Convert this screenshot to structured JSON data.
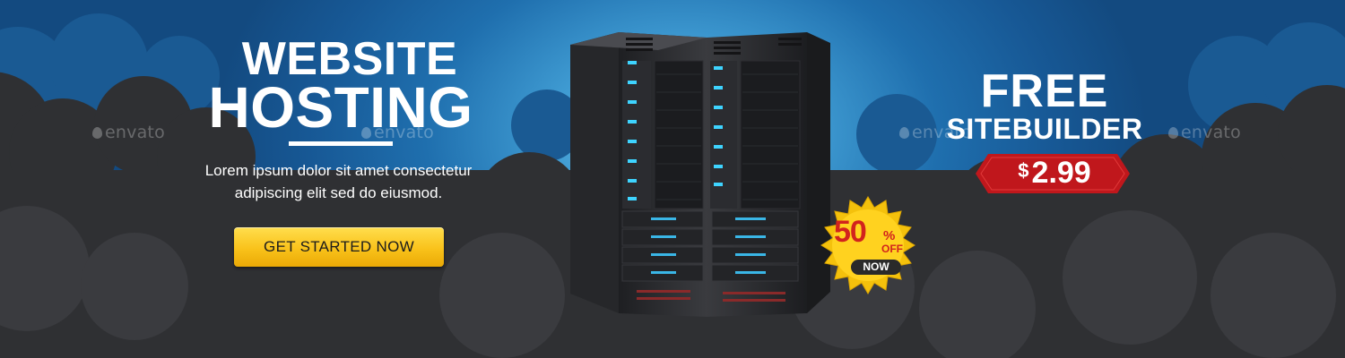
{
  "hero": {
    "title_line1": "WEBSITE",
    "title_line2": "HOSTING",
    "description_line1": "Lorem ipsum dolor sit amet consectetur",
    "description_line2": "adipiscing elit sed do eiusmod.",
    "cta_label": "GET STARTED NOW"
  },
  "promo": {
    "free_label": "FREE",
    "product_label": "SITEBUILDER",
    "currency": "$",
    "price": "2.99"
  },
  "badge": {
    "percent": "50",
    "percent_sign": "%",
    "off_label": "OFF",
    "now_label": "NOW"
  },
  "watermark": {
    "text": "envato"
  },
  "colors": {
    "sky_dark": "#134a80",
    "sky_glow": "#7ec9ec",
    "cloud": "#2f3033",
    "cta": "#f9c21a",
    "badge_red": "#d2231d",
    "ribbon_red": "#c0171c"
  },
  "icons": [
    "server-rack-icon",
    "starburst-badge-icon",
    "price-ribbon-icon",
    "envato-leaf-icon"
  ]
}
